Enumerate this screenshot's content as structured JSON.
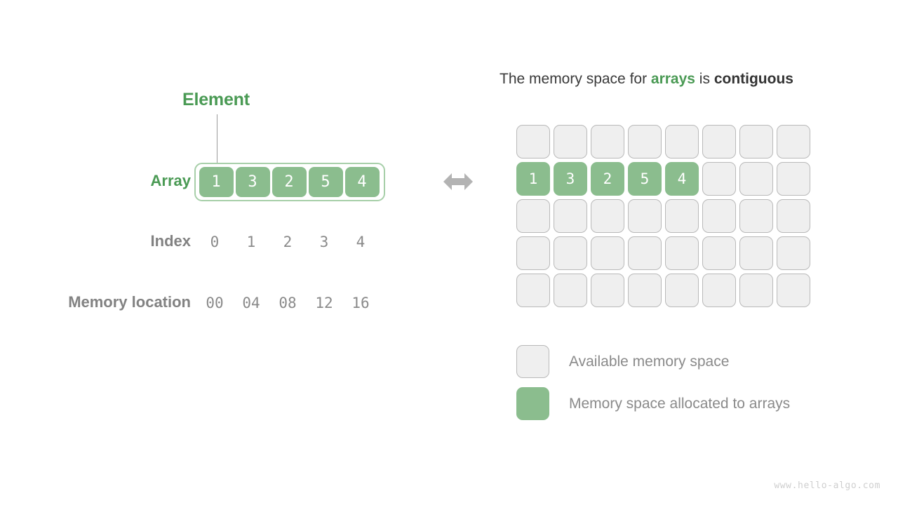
{
  "left_panel": {
    "element_callout": "Element",
    "row_labels": {
      "array": "Array",
      "index": "Index",
      "memory_location": "Memory location"
    },
    "array_values": [
      "1",
      "3",
      "2",
      "5",
      "4"
    ],
    "index_values": [
      "0",
      "1",
      "2",
      "3",
      "4"
    ],
    "memory_values": [
      "00",
      "04",
      "08",
      "12",
      "16"
    ],
    "relation_icon": "double-headed-arrow-icon"
  },
  "right_panel": {
    "title": {
      "part1": "The memory space for ",
      "highlight_green": "arrays",
      "part2": " is ",
      "highlight_dark": "contiguous"
    },
    "grid": {
      "columns": 8,
      "rows": 5,
      "filled_row_index": 1,
      "filled_values": [
        "1",
        "3",
        "2",
        "5",
        "4"
      ]
    },
    "legend": [
      {
        "swatch": "empty",
        "label": "Available memory space"
      },
      {
        "swatch": "filled",
        "label": "Memory space allocated to arrays"
      }
    ]
  },
  "footer": {
    "watermark": "www.hello-algo.com"
  },
  "colors": {
    "array_green": "#8bbd8e",
    "label_green": "#4a9a54",
    "array_border_green": "#a7cfa9",
    "empty_cell_fill": "#efefef",
    "empty_cell_border": "#b9b9b9",
    "grey_text": "#8a8a8a",
    "dark_text": "#333333",
    "arrow_grey": "#b3b3b3"
  }
}
